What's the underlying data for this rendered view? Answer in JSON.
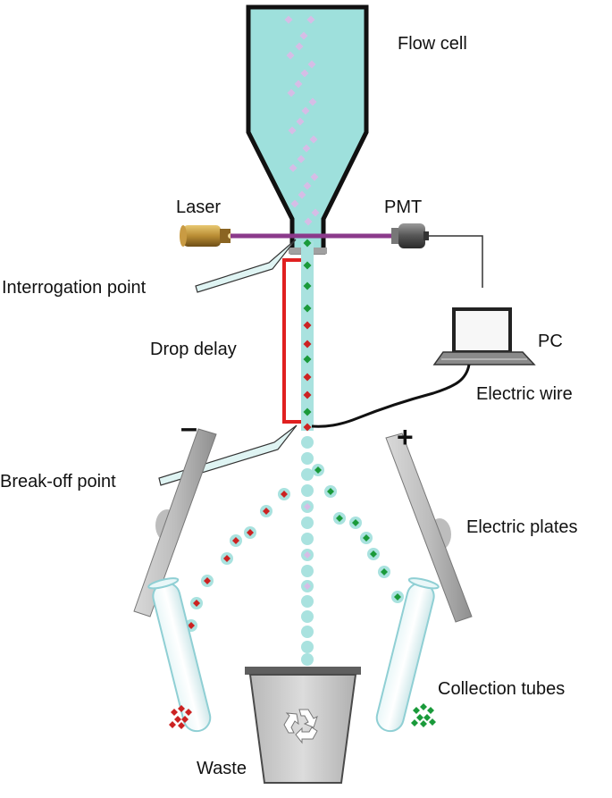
{
  "labels": {
    "flow_cell": "Flow cell",
    "laser": "Laser",
    "pmt": "PMT",
    "interrogation_point": "Interrogation point",
    "pc": "PC",
    "drop_delay": "Drop delay",
    "electric_wire": "Electric wire",
    "break_off_point": "Break-off point",
    "electric_plates": "Electric plates",
    "collection_tubes": "Collection tubes",
    "waste": "Waste",
    "minus_sign": "–",
    "plus_sign": "+"
  },
  "colors": {
    "flow_cell_fill": "#9ee0dc",
    "outline": "#111111",
    "laser_beam": "#8b3a8b",
    "drop_delay_bracket": "#e02020",
    "droplet": "#a9e2df",
    "stream": "#a9e2df",
    "cell_unsorted": "#d6bde6",
    "cell_red": "#cc2222",
    "cell_green": "#1a9a3a",
    "pointer_fill": "#dff4f3",
    "plate_gray": "#a8a8a8",
    "waste_bin": "#c9c9c9",
    "laser_body": "#a07a30"
  },
  "icons": {
    "laser": "laser-emitter-icon",
    "pmt": "photomultiplier-tube-icon",
    "pc": "laptop-icon",
    "waste": "recycling-bin-icon"
  }
}
